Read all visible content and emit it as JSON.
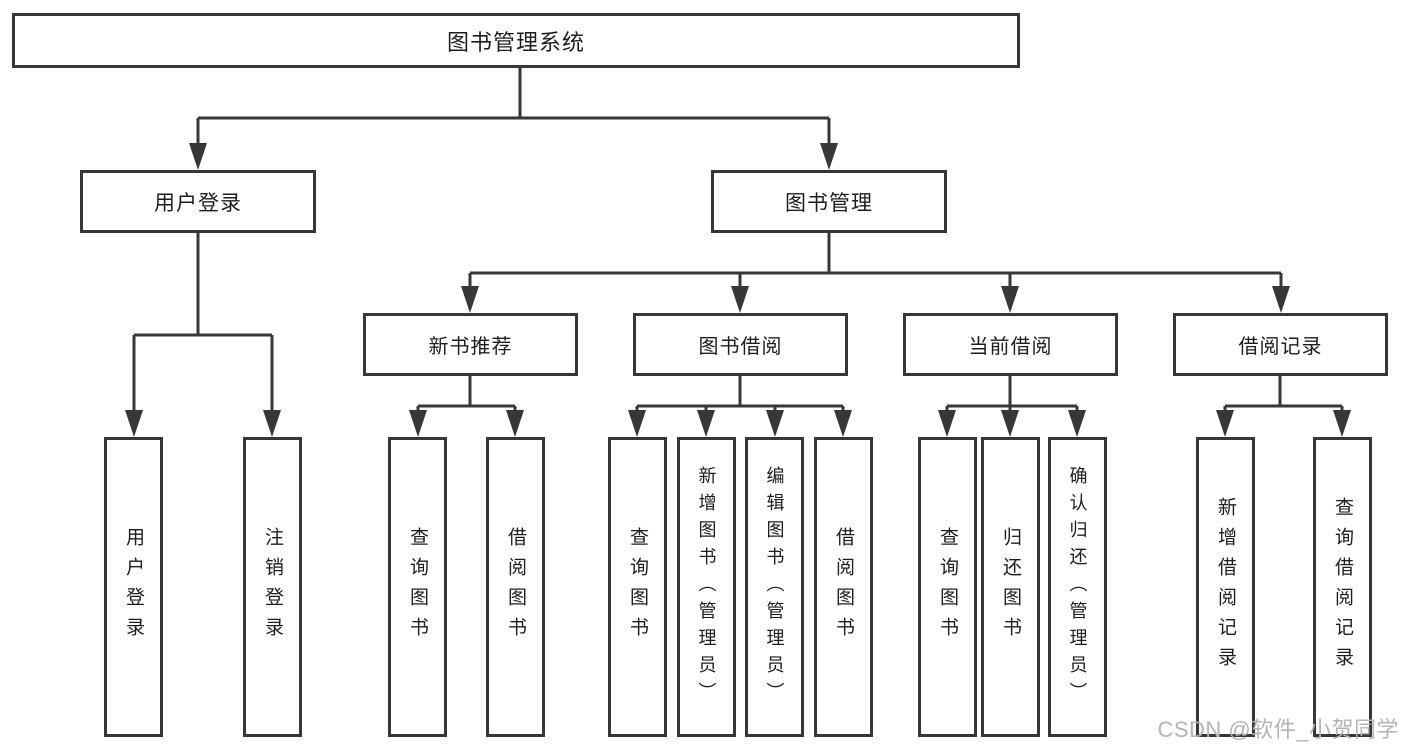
{
  "tree": {
    "root": "图书管理系统",
    "login": {
      "label": "用户登录",
      "children": [
        "用户登录",
        "注销登录"
      ]
    },
    "manage": {
      "label": "图书管理",
      "modules": [
        {
          "label": "新书推荐",
          "children": [
            "查询图书",
            "借阅图书"
          ]
        },
        {
          "label": "图书借阅",
          "children": [
            "查询图书",
            "新增图书（管理员）",
            "编辑图书（管理员）",
            "借阅图书"
          ]
        },
        {
          "label": "当前借阅",
          "children": [
            "查询图书",
            "归还图书",
            "确认归还（管理员）"
          ]
        },
        {
          "label": "借阅记录",
          "children": [
            "新增借阅记录",
            "查询借阅记录"
          ]
        }
      ]
    }
  },
  "watermark": "CSDN @软件_小贺同学",
  "colors": {
    "line": "#373737",
    "box_border": "#373737",
    "text": "#1d1d1d",
    "watermark": "#b4b4b4",
    "background": "#ffffff"
  }
}
